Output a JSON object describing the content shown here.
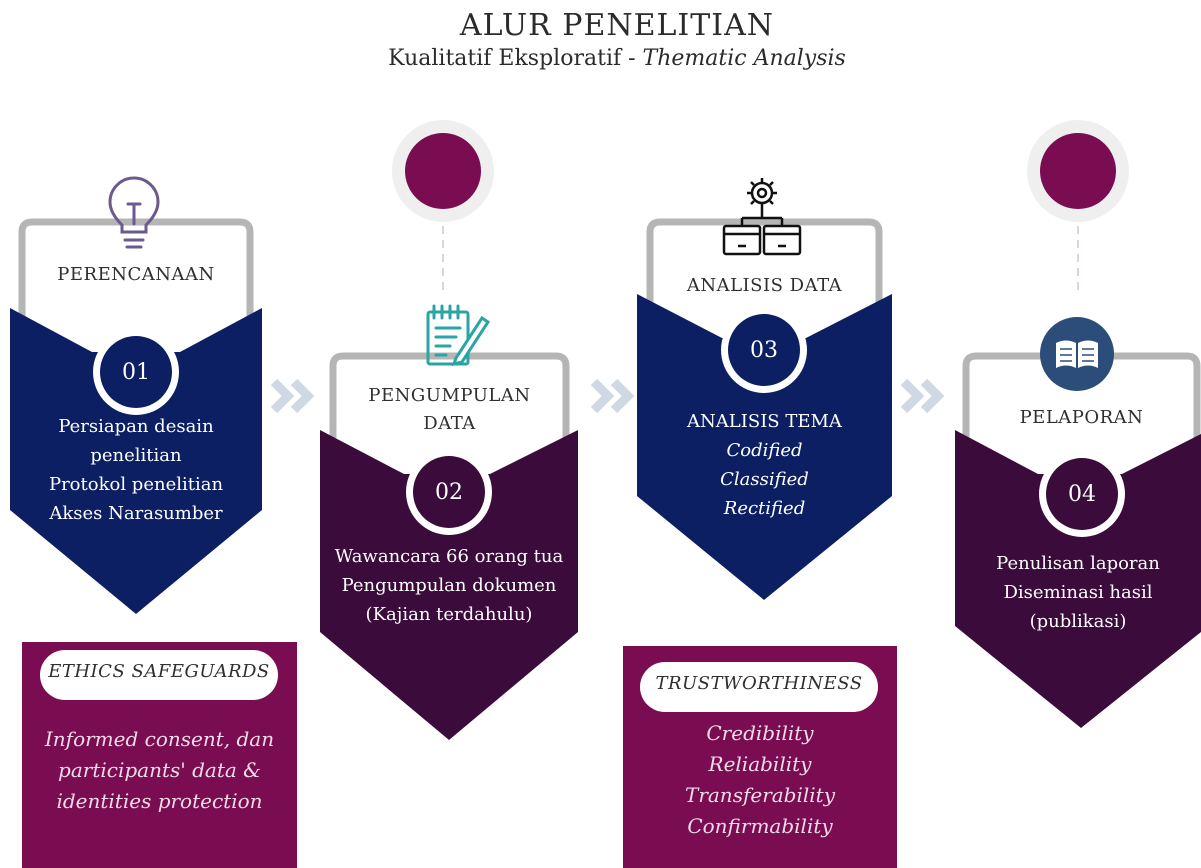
{
  "header": {
    "title": "ALUR PENELITIAN",
    "subtitle_prefix": "Kualitatif Eksploratif - ",
    "subtitle_emphasis": "Thematic Analysis"
  },
  "colors": {
    "navy": "#0c1f63",
    "plum": "#3a0b3b",
    "magenta": "#7a0d52",
    "grey_bar": "#b5b5b5",
    "chevron": "#cfd8e3",
    "icon_teal": "#2aa5a5",
    "icon_purple": "#6b5a8e",
    "book_circle": "#2c4d7a"
  },
  "steps": [
    {
      "label": "PERENCANAAN",
      "number": "01",
      "icon": "lightbulb-icon",
      "lines": [
        "Persiapan desain",
        "penelitian",
        "Protokol penelitian",
        "Akses Narasumber"
      ]
    },
    {
      "label_lines": [
        "PENGUMPULAN",
        "DATA"
      ],
      "number": "02",
      "icon": "clipboard-pencil-icon",
      "lines": [
        "Wawancara 66 orang tua",
        "Pengumpulan dokumen",
        "(Kajian terdahulu)"
      ]
    },
    {
      "label": "ANALISIS DATA",
      "number": "03",
      "icon": "gear-hierarchy-icon",
      "heading": "ANALISIS TEMA",
      "lines": [
        "Codified",
        "Classified",
        "Rectified"
      ]
    },
    {
      "label": "PELAPORAN",
      "number": "04",
      "icon": "book-icon",
      "lines": [
        "Penulisan laporan",
        "Diseminasi hasil",
        "(publikasi)"
      ]
    }
  ],
  "boxes": [
    {
      "title": "ETHICS SAFEGUARDS",
      "lines": [
        "Informed consent, dan",
        "participants' data &",
        "identities protection"
      ]
    },
    {
      "title": "TRUSTWORTHINESS",
      "lines": [
        "Credibility",
        "Reliability",
        "Transferability",
        "Confirmability"
      ]
    }
  ]
}
